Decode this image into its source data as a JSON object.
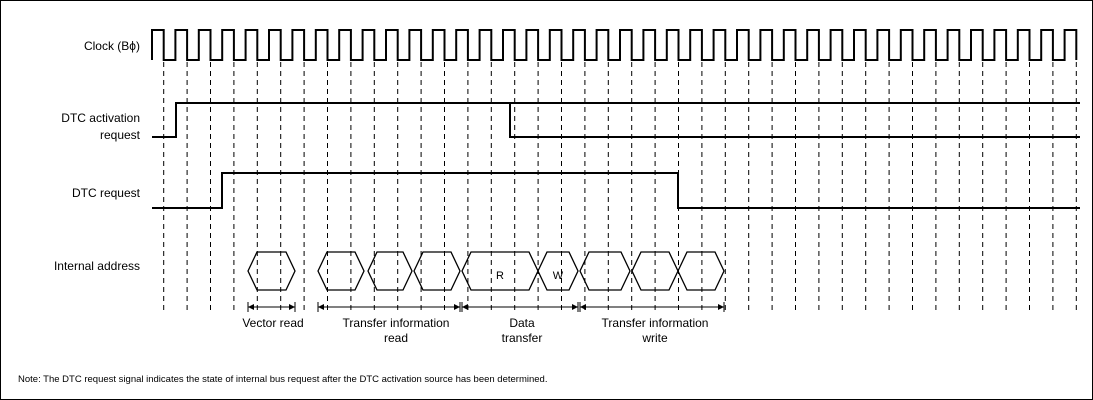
{
  "signals": {
    "clock": "Clock (Bϕ)",
    "dtc_activation_line1": "DTC activation",
    "dtc_activation_line2": "request",
    "dtc_request": "DTC request",
    "internal_address": "Internal address"
  },
  "bus_labels": {
    "read": "R",
    "write": "W"
  },
  "phases": {
    "vector_read": "Vector read",
    "transfer_info_read_line1": "Transfer information",
    "transfer_info_read_line2": "read",
    "data_transfer_line1": "Data",
    "data_transfer_line2": "transfer",
    "transfer_info_write_line1": "Transfer information",
    "transfer_info_write_line2": "write"
  },
  "note": "Note:  The DTC request signal indicates the state of internal bus request after the DTC activation source has been determined."
}
